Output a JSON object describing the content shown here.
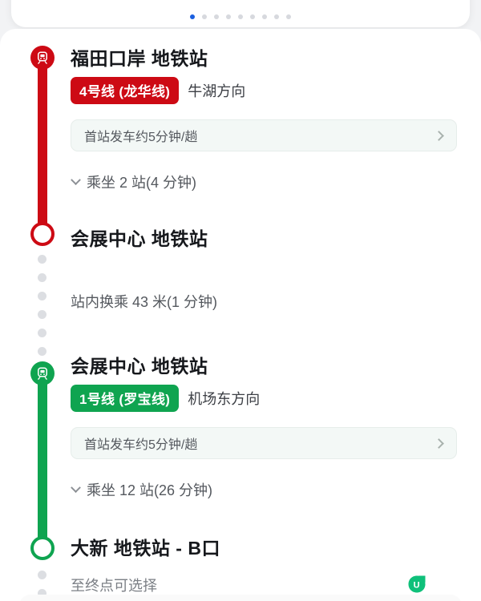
{
  "carousel": {
    "total_dots": 9,
    "active_index": 0,
    "active_color": "#1a5fe0",
    "inactive_color": "#d7d9de"
  },
  "colors": {
    "line4_red": "#cd0a14",
    "line1_green": "#0fa450",
    "walk_dot": "#dcdee2",
    "freq_box_bg": "#f3f8f6"
  },
  "segments": [
    {
      "station": "福田口岸 地铁站",
      "line_badge": "4号线 (龙华线)",
      "direction": "牛湖方向",
      "frequency": "首站发车约5分钟/趟",
      "ride": "乘坐 2 站(4 分钟)",
      "icon": "metro-icon"
    },
    {
      "station": "会展中心 地铁站",
      "transfer": "站内换乘 43 米(1 分钟)"
    },
    {
      "station": "会展中心 地铁站",
      "line_badge": "1号线 (罗宝线)",
      "direction": "机场东方向",
      "frequency": "首站发车约5分钟/趟",
      "ride": "乘坐 12 站(26 分钟)",
      "icon": "metro-icon"
    },
    {
      "station": "大新 地铁站 - B口",
      "endnote": "至终点可选择"
    }
  ],
  "floating_badge": {
    "label": "U",
    "color": "#0fc07a"
  }
}
